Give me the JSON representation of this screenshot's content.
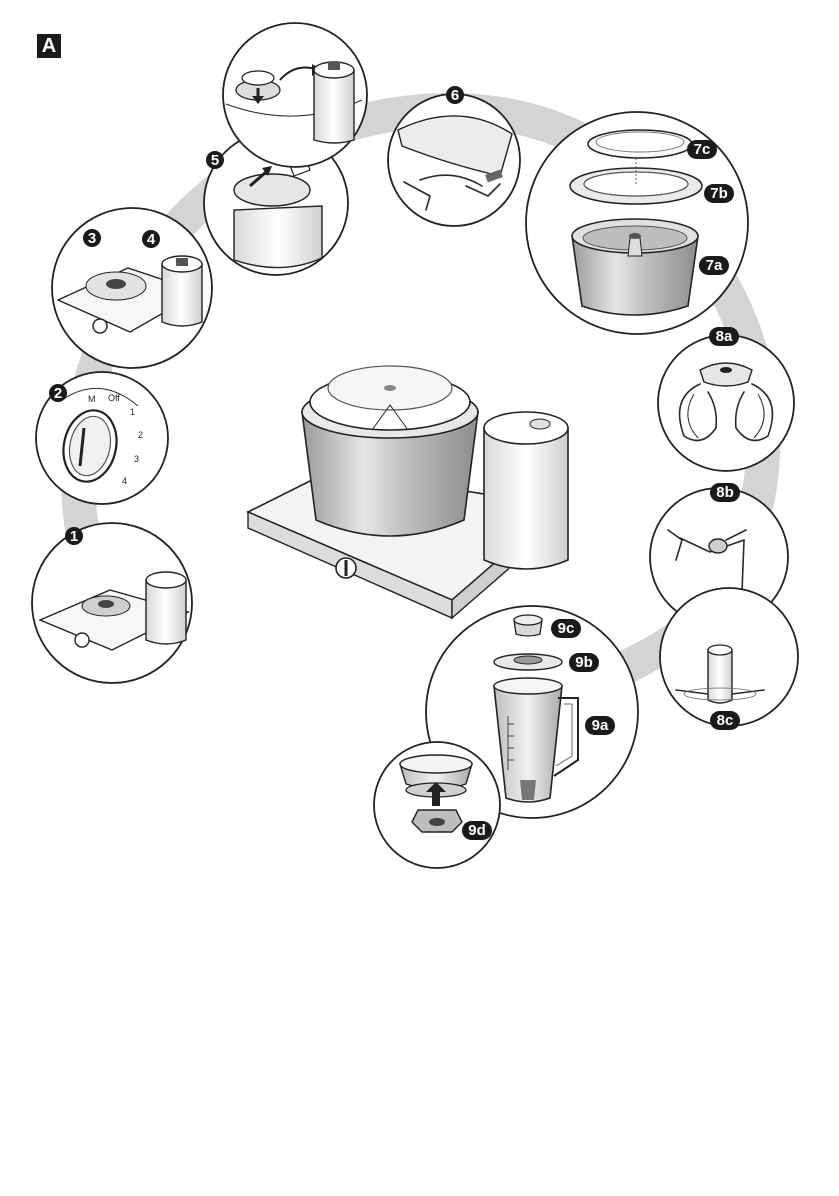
{
  "section": {
    "label": "A"
  },
  "dial_text": {
    "m": "M",
    "off": "Off",
    "one": "1",
    "two": "2",
    "three": "3",
    "four": "4"
  },
  "callouts": {
    "c1": "1",
    "c2": "2",
    "c3": "3",
    "c4": "4",
    "c5": "5",
    "c6": "6",
    "c7a": "7a",
    "c7b": "7b",
    "c7c": "7c",
    "c8a": "8a",
    "c8b": "8b",
    "c8c": "8c",
    "c9a": "9a",
    "c9b": "9b",
    "c9c": "9c",
    "c9d": "9d"
  },
  "colors": {
    "ring": "#d4d4d4",
    "ink": "#222222",
    "metal": "#c9c9c9",
    "badge": "#1a1a1a"
  }
}
